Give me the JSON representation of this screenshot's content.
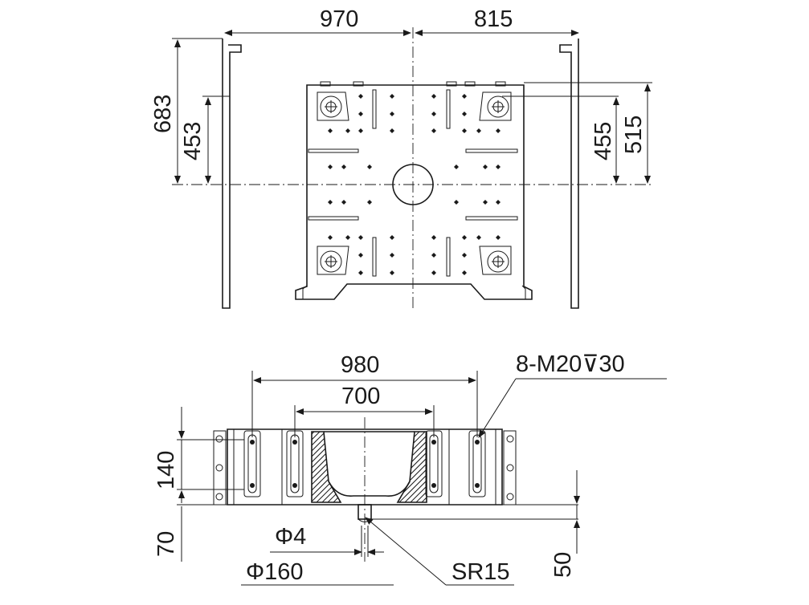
{
  "top_view": {
    "dim_top_left": "970",
    "dim_top_right": "815",
    "dim_left_outer": "683",
    "dim_left_inner": "453",
    "dim_right_inner": "455",
    "dim_right_outer": "515"
  },
  "side_view": {
    "dim_overall_width": "980",
    "dim_inner_width": "700",
    "dim_height_top": "140",
    "dim_height_bottom": "70",
    "dim_pin_diameter": "Φ4",
    "dim_locating_ring": "Φ160",
    "dim_sphere_radius": "SR15",
    "dim_nozzle_depth": "50",
    "thread_callout": "8-M20⊽30"
  }
}
